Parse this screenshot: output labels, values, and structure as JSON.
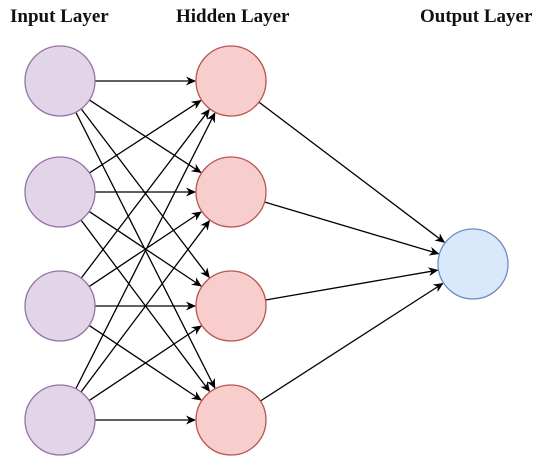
{
  "titles": {
    "input": "Input Layer",
    "hidden": "Hidden Layer",
    "output": "Output Layer"
  },
  "colors": {
    "input_fill": "#e1d5e7",
    "input_stroke": "#9673a6",
    "hidden_fill": "#f8cecc",
    "hidden_stroke": "#b85450",
    "output_fill": "#dae8fc",
    "output_stroke": "#6c8ebf",
    "edge": "#000000",
    "background": "#ffffff"
  },
  "layers": [
    {
      "name": "input",
      "neurons": 4
    },
    {
      "name": "hidden",
      "neurons": 4
    },
    {
      "name": "output",
      "neurons": 1
    }
  ],
  "connectivity": "fully-connected"
}
